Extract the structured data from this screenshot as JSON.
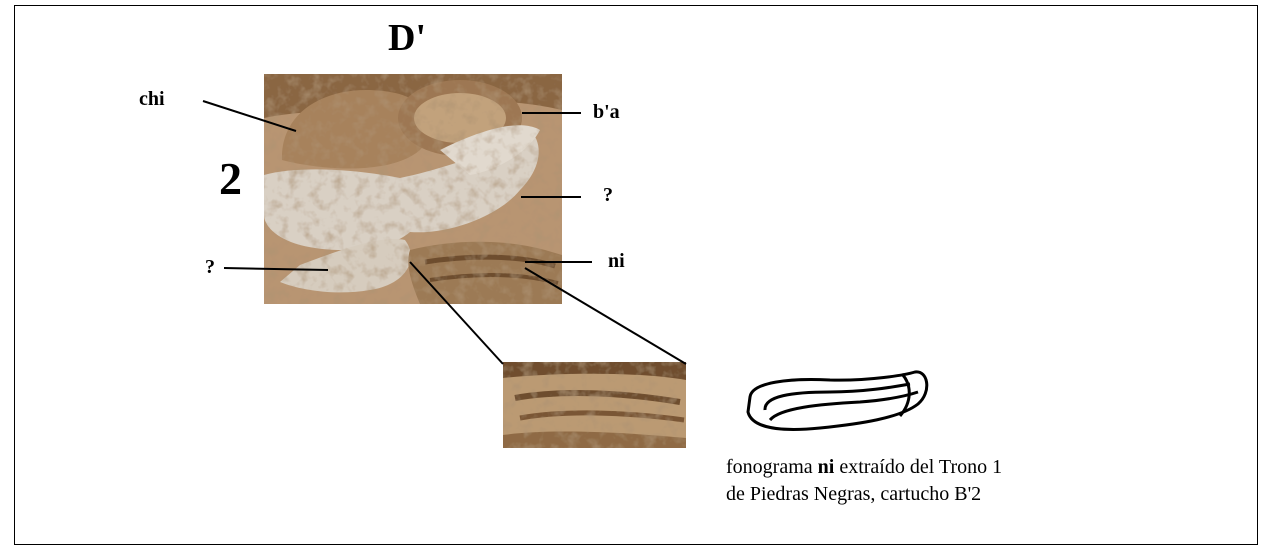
{
  "title": "D'",
  "block_number": "2",
  "labels": {
    "chi": "chi",
    "ba": "b'a",
    "q_right": "?",
    "ni": "ni",
    "q_left": "?"
  },
  "caption": {
    "line1_pre": "fonograma ",
    "line1_bold": "ni",
    "line1_post": " extraído del Trono 1",
    "line2": "de Piedras Negras, cartucho B'2"
  },
  "colors": {
    "stone_light": "#d9d0c4",
    "stone_mid": "#b4916b",
    "stone_dark": "#6b4a2b",
    "line": "#000000"
  }
}
